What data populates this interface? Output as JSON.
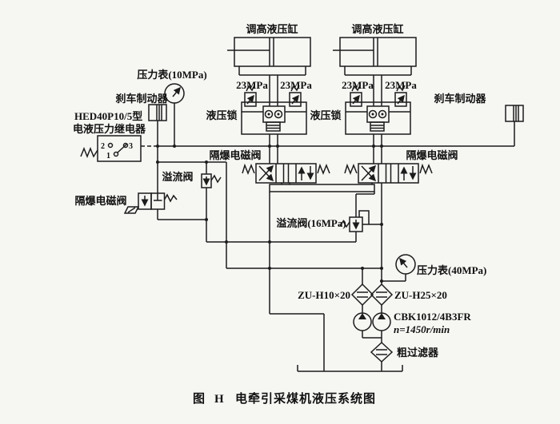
{
  "figure": {
    "caption_prefix": "图",
    "caption_number": "H",
    "caption_title": "电牵引采煤机液压系统图"
  },
  "labels": {
    "cylinder_left": "调高液压缸",
    "cylinder_right": "调高液压缸",
    "pressure_23mpa_1": "23MPa",
    "pressure_23mpa_2": "23MPa",
    "pressure_23mpa_3": "23MPa",
    "pressure_23mpa_4": "23MPa",
    "pressure_gauge_10": "压力表(10MPa)",
    "brake_left": "刹车制动器",
    "brake_right": "刹车制动器",
    "relay_model": "HED40P10/5型",
    "relay_name": "电液压力继电器",
    "hydraulic_lock_left": "液压锁",
    "hydraulic_lock_right": "液压锁",
    "solenoid_valve_mid_left": "隔爆电磁阀",
    "solenoid_valve_mid_right": "隔爆电磁阀",
    "solenoid_valve_bottom_left": "隔爆电磁阀",
    "relief_valve_left": "溢流阀",
    "relief_valve_16mpa": "溢流阀(16MPa)",
    "pressure_gauge_40": "压力表(40MPa)",
    "filter_left": "ZU-H10×20",
    "filter_right": "ZU-H25×20",
    "pump_model": "CBK1012/4B3FR",
    "pump_speed": "n=1450r/min",
    "coarse_filter": "粗过滤器",
    "relay_terminal_2": "2",
    "relay_terminal_1": "1",
    "relay_terminal_3": "3"
  }
}
